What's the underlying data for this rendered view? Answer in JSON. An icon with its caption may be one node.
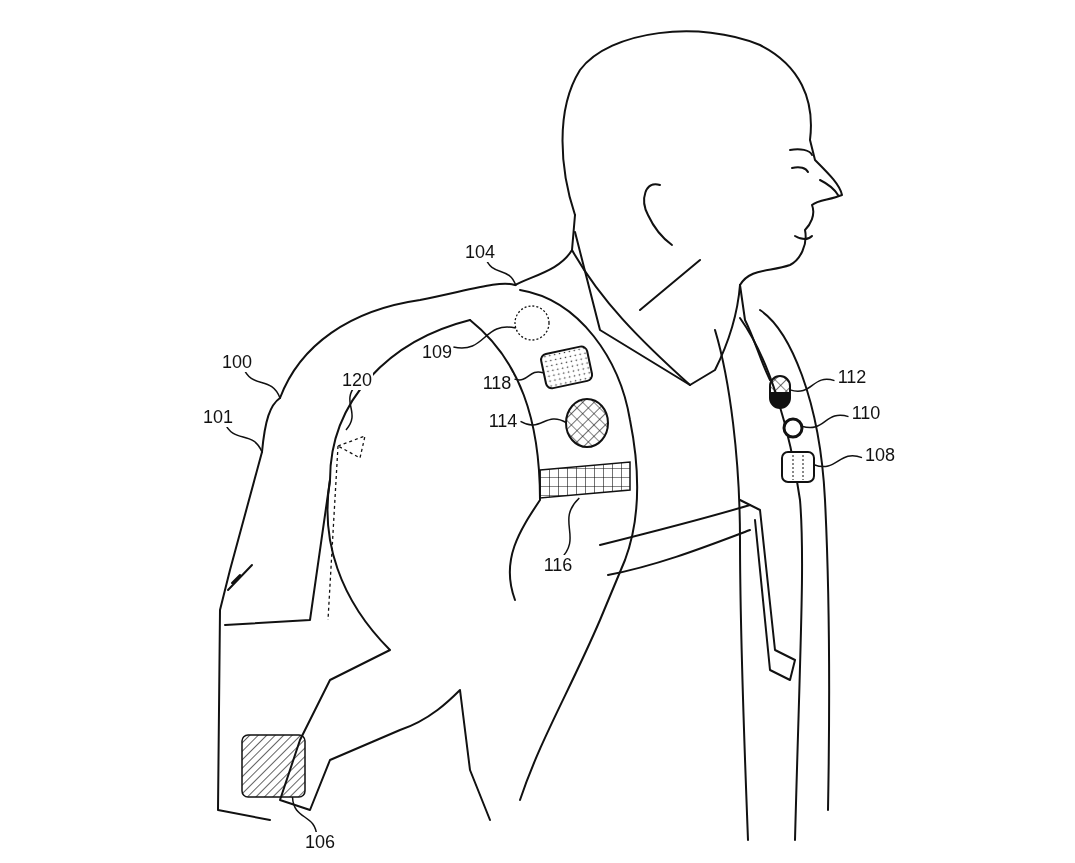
{
  "diagram": {
    "nodes": [
      {
        "text": [
          "104"
        ]
      },
      {
        "text": [
          "109"
        ]
      },
      {
        "text": [
          "100"
        ]
      },
      {
        "text": [
          "118"
        ]
      },
      {
        "text": [
          "112"
        ]
      },
      {
        "text": [
          "120"
        ]
      },
      {
        "text": [
          "101"
        ]
      },
      {
        "text": [
          "114"
        ]
      },
      {
        "text": [
          "110"
        ]
      },
      {
        "text": [
          "108"
        ]
      },
      {
        "text": [
          "116"
        ]
      },
      {
        "text": [
          "106"
        ]
      },
      {
        "text": [],
        "shape": "circle"
      },
      {
        "text": [],
        "shape": "box"
      },
      {
        "text": [],
        "shape": "circle"
      },
      {
        "text": [],
        "shape": "bar"
      },
      {
        "text": [],
        "shape": "box"
      },
      {
        "text": [],
        "shape": "circle"
      },
      {
        "text": [],
        "shape": "box"
      },
      {
        "text": [],
        "shape": "box"
      }
    ],
    "edges": [
      {
        "from": 0,
        "to": null,
        "arrow": "none"
      },
      {
        "from": 1,
        "to": 12,
        "arrow": "none"
      },
      {
        "from": 2,
        "to": null,
        "arrow": "none"
      },
      {
        "from": 3,
        "to": 13,
        "arrow": "none"
      },
      {
        "from": 4,
        "to": 16,
        "arrow": "none"
      },
      {
        "from": 5,
        "to": null,
        "arrow": "none"
      },
      {
        "from": 6,
        "to": null,
        "arrow": "none"
      },
      {
        "from": 7,
        "to": 14,
        "arrow": "none"
      },
      {
        "from": 8,
        "to": 17,
        "arrow": "none"
      },
      {
        "from": 9,
        "to": 18,
        "arrow": "none"
      },
      {
        "from": 10,
        "to": 15,
        "arrow": "none"
      },
      {
        "from": 11,
        "to": 19,
        "arrow": "none"
      }
    ]
  }
}
